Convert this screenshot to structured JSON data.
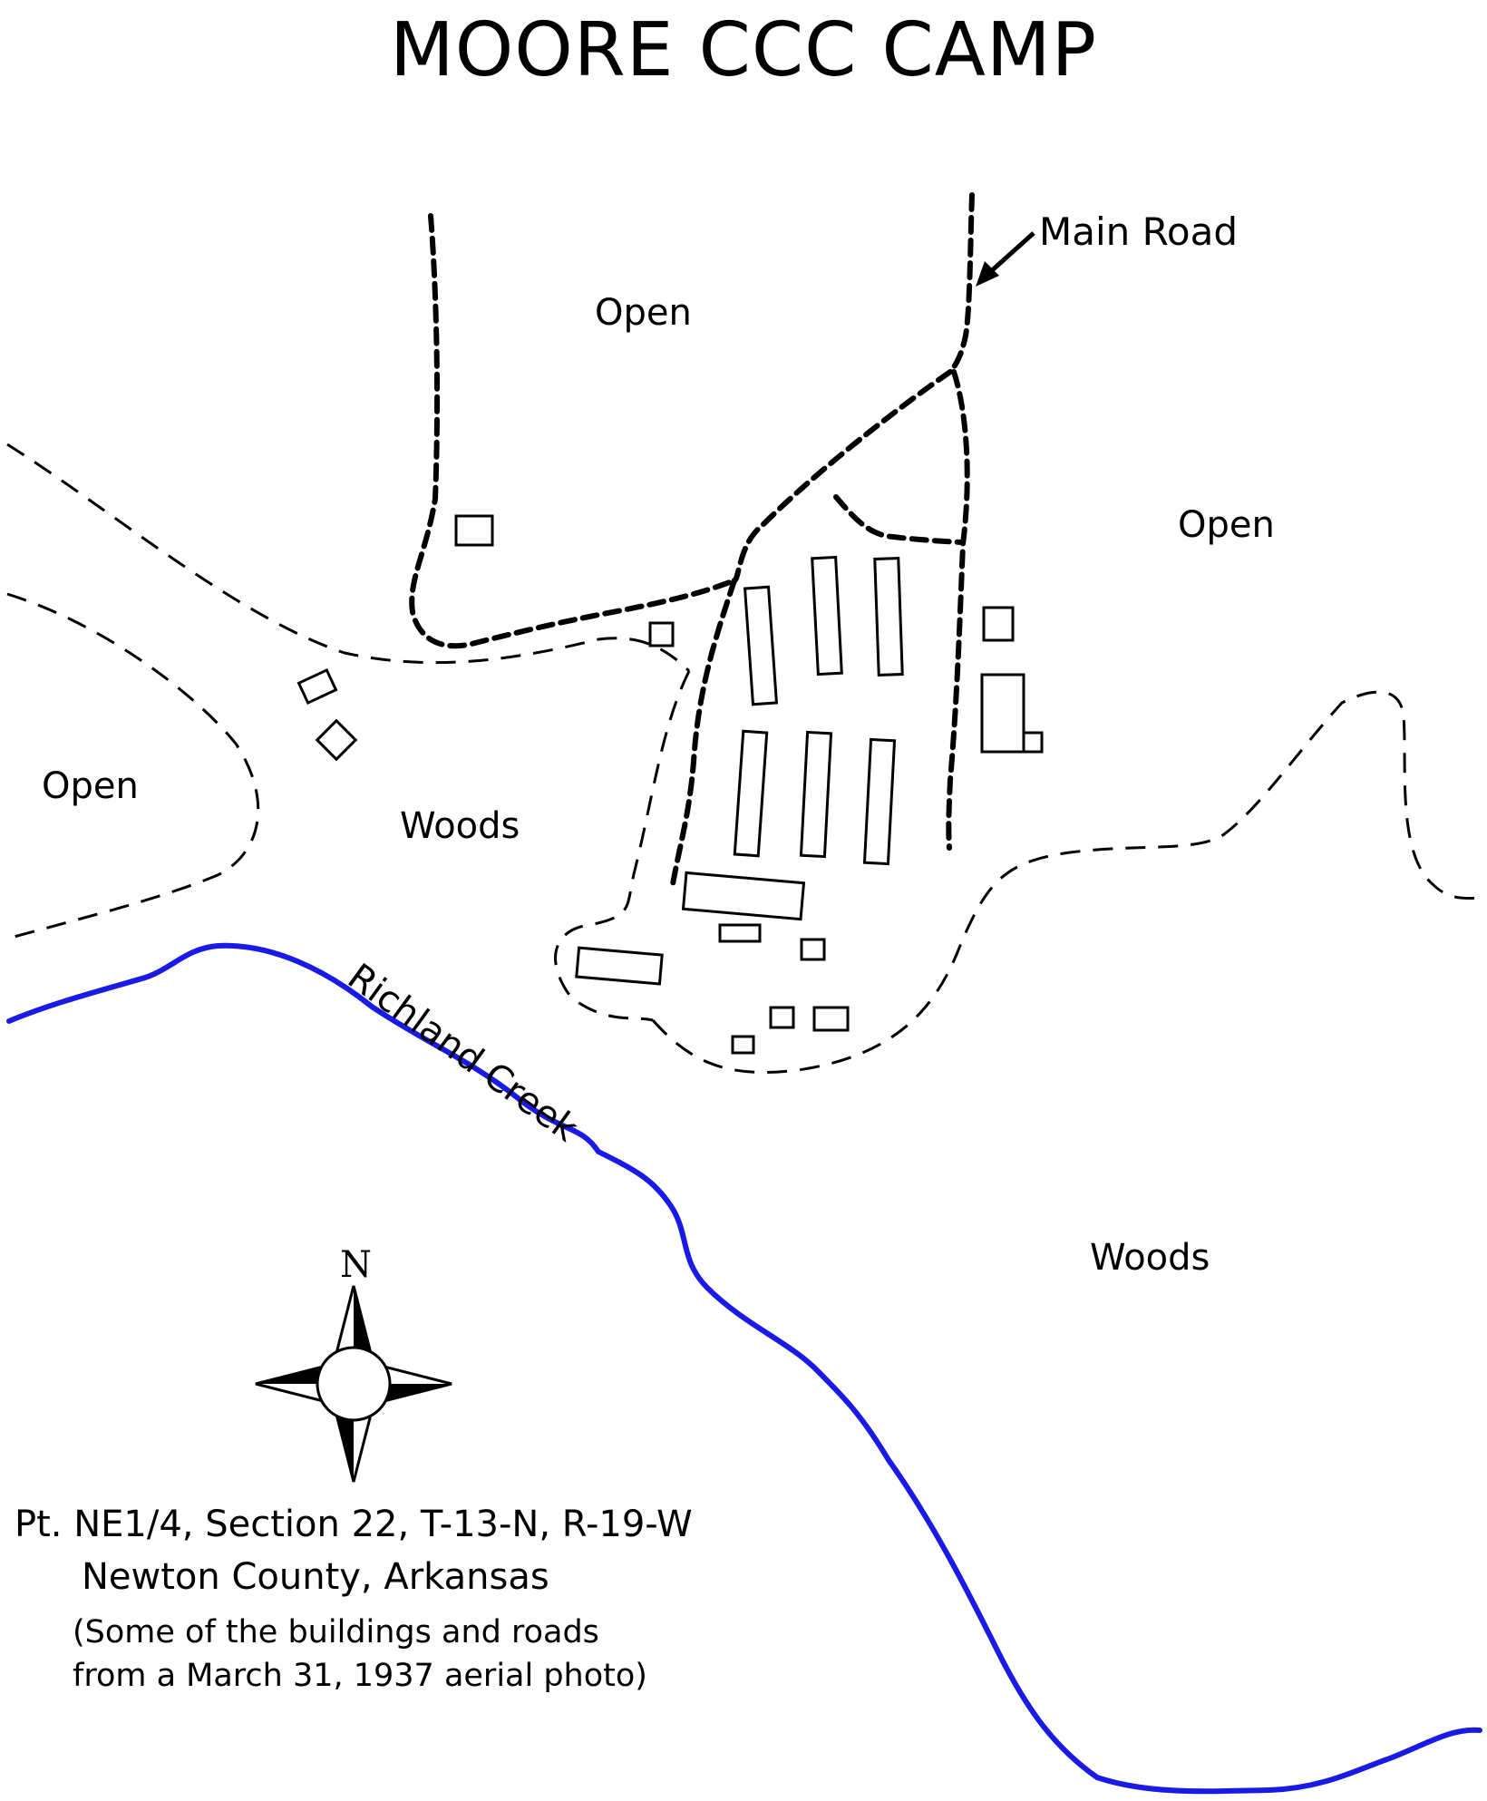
{
  "title": "MOORE CCC CAMP",
  "labels": {
    "main_road": "Main Road",
    "open_top": "Open",
    "open_right": "Open",
    "open_left": "Open",
    "woods_center": "Woods",
    "woods_lower": "Woods",
    "creek": "Richland Creek",
    "north": "N"
  },
  "legal": {
    "line1": "Pt. NE1/4, Section 22, T-13-N, R-19-W",
    "line2": "Newton County,  Arkansas"
  },
  "note": {
    "line1": "(Some of the buildings and roads",
    "line2": "from a March 31, 1937 aerial photo)"
  },
  "colors": {
    "creek": "#1a1ae6",
    "ink": "#000000",
    "background": "#ffffff"
  },
  "icons": {
    "compass": "compass-rose-icon",
    "arrow": "arrow-icon"
  }
}
